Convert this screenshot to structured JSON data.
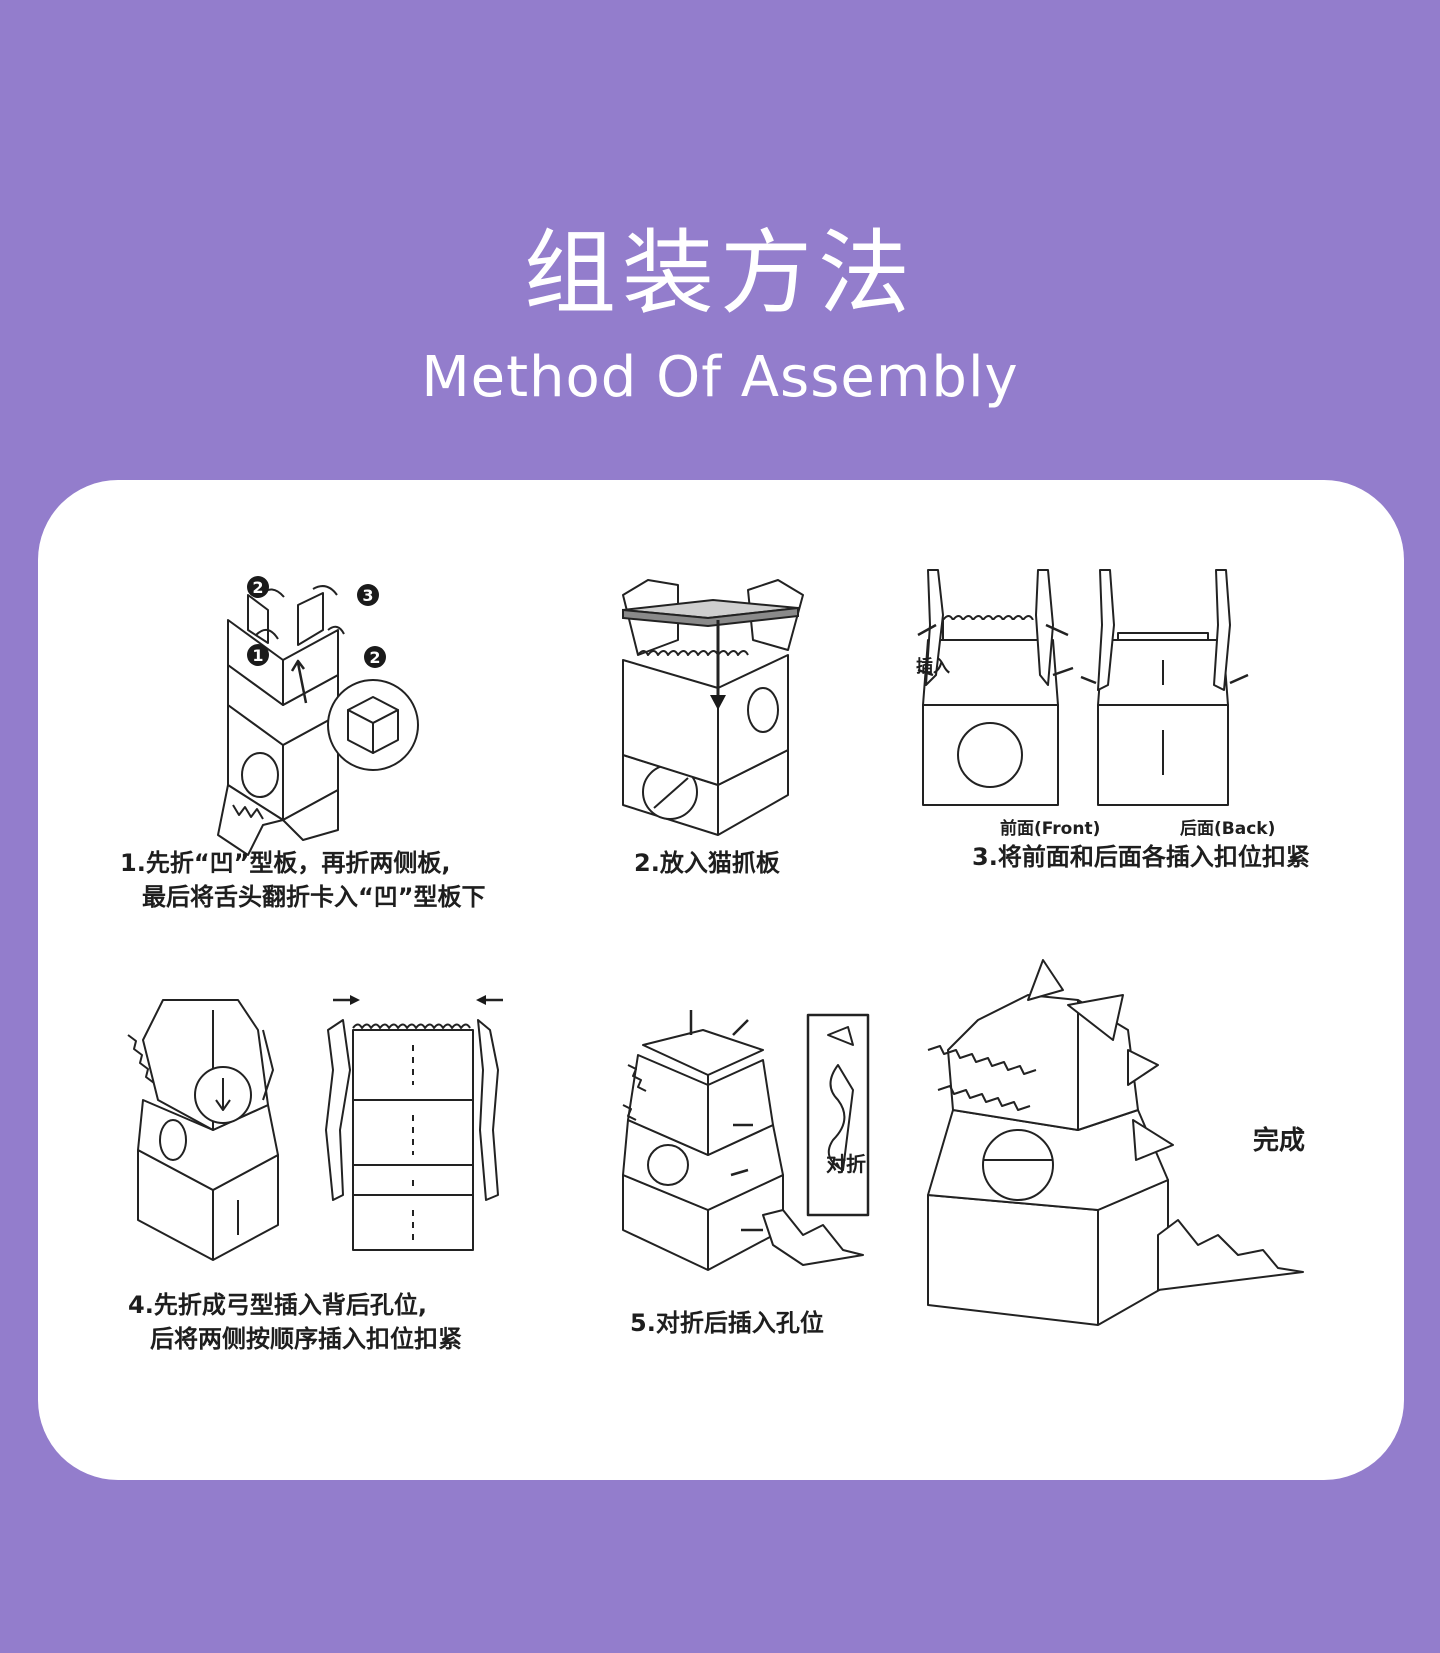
{
  "header": {
    "title_zh": "组装方法",
    "title_en": "Method Of Assembly"
  },
  "steps": [
    {
      "line1": "1.先折“凹”型板，再折两侧板,",
      "line2": "最后将舌头翻折卡入“凹”型板下"
    },
    {
      "line1": "2.放入猫抓板",
      "line2": ""
    },
    {
      "line1": "3.将前面和后面各插入扣位扣紧",
      "line2": ""
    },
    {
      "line1": "4.先折成弓型插入背后孔位,",
      "line2": "后将两侧按顺序插入扣位扣紧"
    },
    {
      "line1": "5.对折后插入孔位",
      "line2": ""
    }
  ],
  "labels": {
    "insert": "插入",
    "front": "前面(Front)",
    "back": "后面(Back)",
    "fold_half": "对折",
    "done": "完成"
  },
  "markers": {
    "n1": "1",
    "n2": "2",
    "n3": "3"
  },
  "colors": {
    "background": "#937dcc",
    "card": "#ffffff",
    "ink": "#1e1e1e"
  }
}
